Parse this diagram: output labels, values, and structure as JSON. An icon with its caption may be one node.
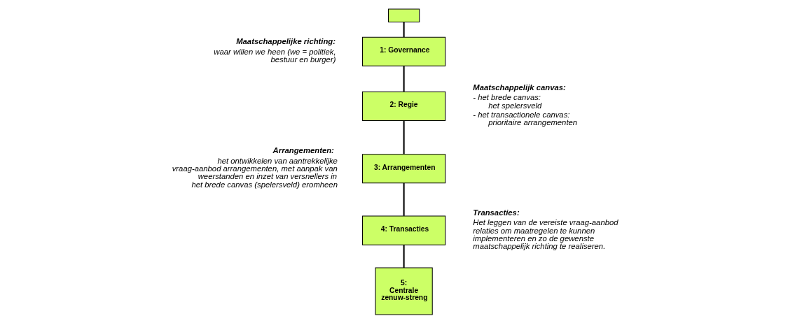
{
  "diagram": {
    "nodes": [
      {
        "text": [],
        "shape": "box"
      },
      {
        "text": [
          "1: Governance"
        ]
      },
      {
        "text": [
          "2: Regie"
        ]
      },
      {
        "text": [
          "3: Arrangementen"
        ]
      },
      {
        "text": [
          "4: Transacties"
        ]
      },
      {
        "text": [
          "5: Centrale zenuw-streng"
        ]
      }
    ],
    "edges": [
      {
        "from": 0,
        "to": 1,
        "arrow": "none"
      },
      {
        "from": 1,
        "to": 2,
        "arrow": "none"
      },
      {
        "from": 2,
        "to": 3,
        "arrow": "none"
      },
      {
        "from": 3,
        "to": 4,
        "arrow": "none"
      },
      {
        "from": 4,
        "to": 5,
        "arrow": "none"
      }
    ],
    "labels": [
      "Maatschappelijke richting:",
      "waar willen we heen (we = politiek, bestuur en burger)",
      "Arrangementen:",
      "het ontwikkelen van aantrekkelijke vraag-aanbod arrangementen, met aanpak van weerstanden en inzet van versnellers in het brede canvas (spelersveld) eromheen",
      "Maatschappelijk canvas:",
      "- het brede canvas: het spelersveld",
      "- het transactionele canvas: prioritaire arrangementen",
      "Transacties:",
      "Het leggen van de vereiste vraag-aanbod relaties om maatregelen te kunnen implementeren en zo de gewenste maatschappelijk richting te realiseren."
    ]
  }
}
